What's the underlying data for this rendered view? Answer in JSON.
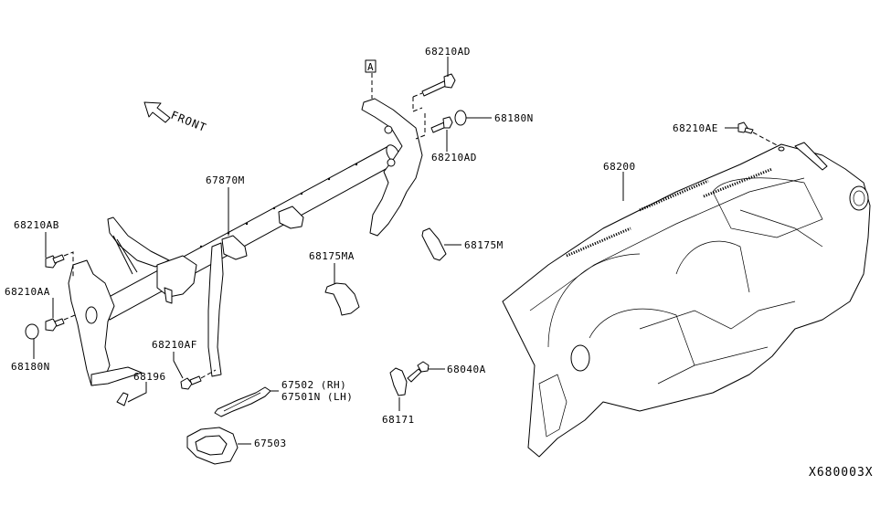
{
  "diagram": {
    "reference_code": "X680003X",
    "front_indicator": "FRONT",
    "view_marker": "A",
    "callouts": {
      "bolt_upper": "68210AD",
      "bolt_lower": "68210AD",
      "cap_upper": "68180N",
      "bolt_dash": "68210AE",
      "dash_panel": "68200",
      "steering_member": "67870M",
      "bolt_ab": "68210AB",
      "bolt_aa": "68210AA",
      "cap_lower": "68180N",
      "bolt_af": "68210AF",
      "bracket_68196": "68196",
      "bracket_rh": "67502 (RH)",
      "bracket_lh": "67501N (LH)",
      "bracket_67503": "67503",
      "bracket_ma": "68175MA",
      "bracket_m": "68175M",
      "clip_68040a": "68040A",
      "bracket_68171": "68171"
    },
    "colors": {
      "ink": "#000000",
      "paper": "#ffffff"
    }
  }
}
